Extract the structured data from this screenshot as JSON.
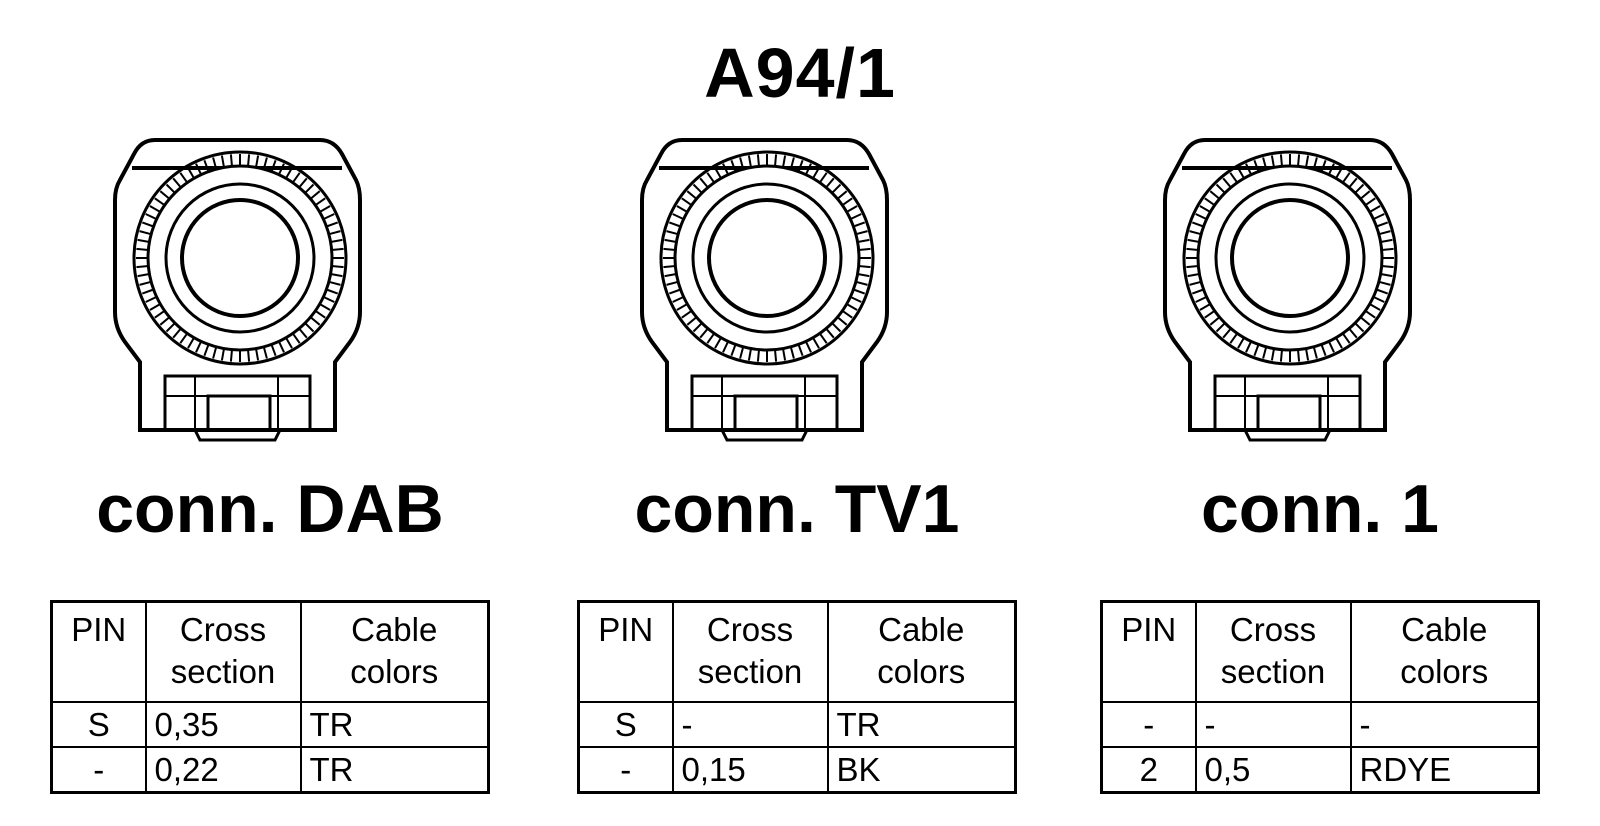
{
  "title": "A94/1",
  "colors": {
    "ink": "#000000",
    "background": "#ffffff"
  },
  "connectors": [
    {
      "label": "conn. DAB",
      "headers": {
        "pin": "PIN",
        "cross": [
          "Cross",
          "section"
        ],
        "cable": [
          "Cable",
          "colors"
        ]
      },
      "rows": [
        {
          "pin": "S",
          "cross": "0,35",
          "color": "TR"
        },
        {
          "pin": "-",
          "cross": "0,22",
          "color": "TR"
        }
      ]
    },
    {
      "label": "conn. TV1",
      "headers": {
        "pin": "PIN",
        "cross": [
          "Cross",
          "section"
        ],
        "cable": [
          "Cable",
          "colors"
        ]
      },
      "rows": [
        {
          "pin": "S",
          "cross": "-",
          "color": "TR"
        },
        {
          "pin": "-",
          "cross": "0,15",
          "color": "BK"
        }
      ]
    },
    {
      "label": "conn. 1",
      "headers": {
        "pin": "PIN",
        "cross": [
          "Cross",
          "section"
        ],
        "cable": [
          "Cable",
          "colors"
        ]
      },
      "rows": [
        {
          "pin": "-",
          "cross": "-",
          "color": "-"
        },
        {
          "pin": "2",
          "cross": "0,5",
          "color": "RDYE"
        }
      ]
    }
  ]
}
